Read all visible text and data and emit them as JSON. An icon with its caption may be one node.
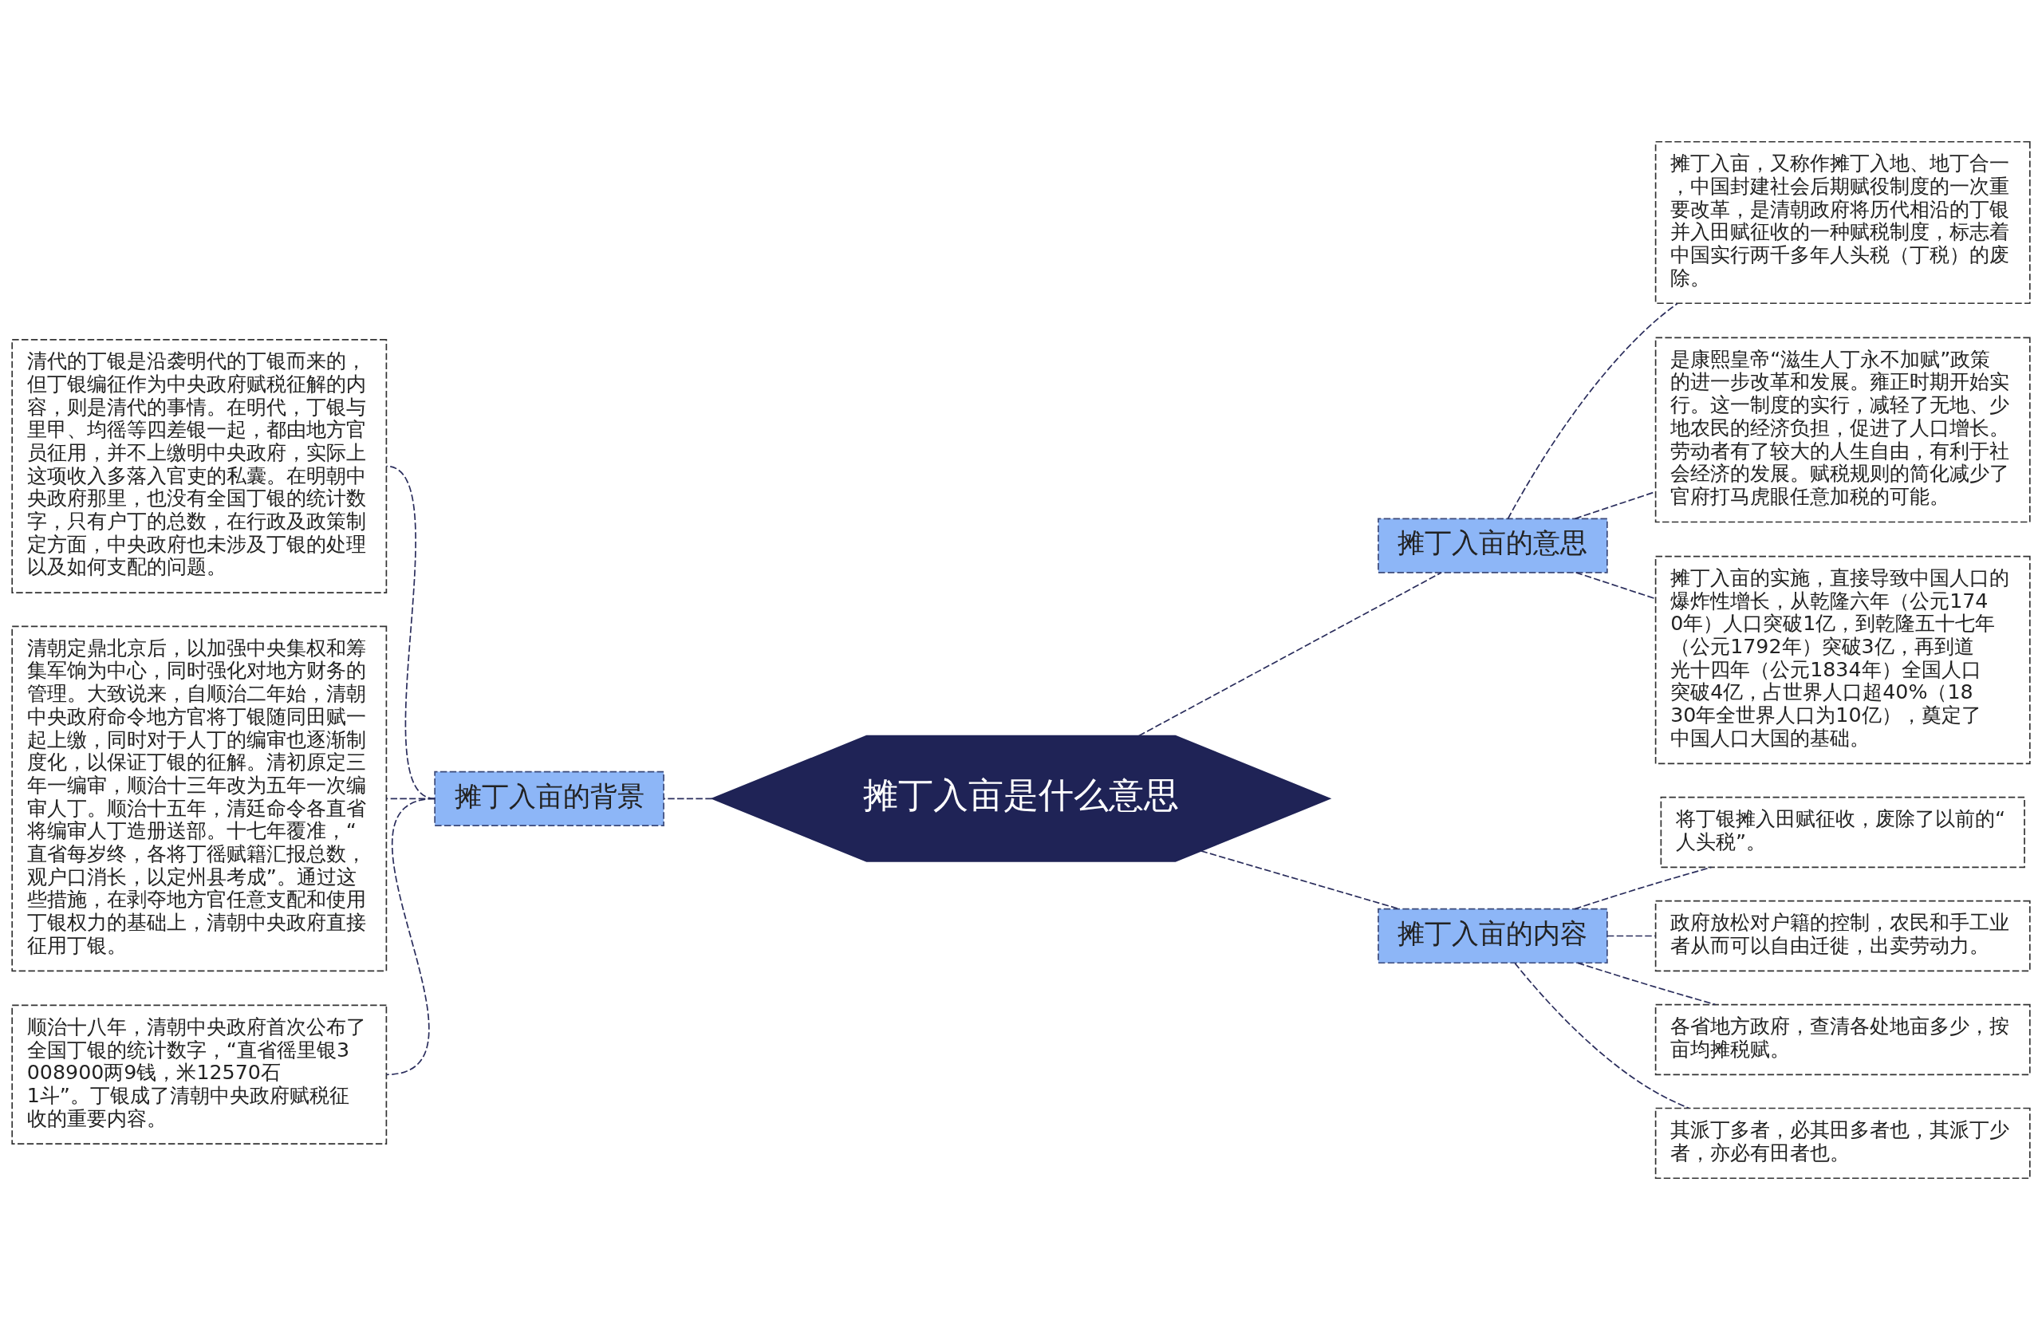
{
  "diagram": {
    "nodes": [
      {
        "text": [
          "摊丁入亩是什么意思"
        ]
      },
      {
        "text": [
          "摊丁入亩的背景"
        ]
      },
      {
        "text": [
          "清代的丁银是沿袭明代的丁银而来的，但丁银编征作为中央政府赋税征解的内容，则是清代的事情。在明代，丁银与里甲、均徭等四差银一起，都由地方官员征用，并不上缴明中央政府，实际上这项收入多落入官吏的私囊。在明朝中央政府那里，也没有全国丁银的统计数字，只有户丁的总数，在行政及政策制定方面，中央政府也未涉及丁银的处理以及如何支配的问题。"
        ]
      },
      {
        "text": [
          "清朝定鼎北京后，以加强中央集权和筹集军饷为中心，同时强化对地方财务的管理。大致说来，自顺治二年始，清朝中央政府命令地方官将丁银随同田赋一起上缴，同时对于人丁的编审也逐渐制度化，以保证丁银的征解。清初原定三年一编审，顺治十三年改为五年一次编审人丁。顺治十五年，清廷命令各直省将编审人丁造册送部。十七年覆准，“直省每岁终，各将丁徭赋籍汇报总数，观户口消长，以定州县考成”。通过这些措施，在剥夺地方官任意支配和使用丁银权力的基础上，清朝中央政府直接征用丁银。"
        ]
      },
      {
        "text": [
          "顺治十八年，清朝中央政府首次公布了全国丁银的统计数字，“直省徭里银3008900两9钱，米12570石1斗”。丁银成了清朝中央政府赋税征收的重要内容。"
        ]
      },
      {
        "text": [
          "摊丁入亩的意思"
        ]
      },
      {
        "text": [
          "摊丁入亩，又称作摊丁入地、地丁合一，中国封建社会后期赋役制度的一次重要改革，是清朝政府将历代相沿的丁银并入田赋征收的一种赋税制度，标志着中国实行两千多年人头税（丁税）的废除。"
        ]
      },
      {
        "text": [
          "是康熙皇帝“滋生人丁永不加赋”政策的进一步改革和发展。雍正时期开始实行。这一制度的实行，减轻了无地、少地农民的经济负担，促进了人口增长。劳动者有了较大的人生自由，有利于社会经济的发展。赋税规则的简化减少了官府打马虎眼任意加税的可能。"
        ]
      },
      {
        "text": [
          "摊丁入亩的实施，直接导致中国人口的爆炸性增长，从乾隆六年（公元1740年）人口突破1亿，到乾隆五十七年（公元1792年）突破3亿，再到道光十四年（公元1834年）全国人口突破4亿，占世界人口超40%（1830年全世界人口为10亿），奠定了中国人口大国的基础。"
        ]
      },
      {
        "text": [
          "摊丁入亩的内容"
        ]
      },
      {
        "text": [
          "将丁银摊入田赋征收，废除了以前的“人头税”。"
        ]
      },
      {
        "text": [
          "政府放松对户籍的控制，农民和手工业者从而可以自由迁徙，出卖劳动力。"
        ]
      },
      {
        "text": [
          "各省地方政府，查清各处地亩多少，按亩均摊税赋。"
        ]
      },
      {
        "text": [
          "其派丁多者，必其田多者也，其派丁少者，亦必有田者也。"
        ]
      }
    ],
    "edges": [
      {
        "from": 0,
        "to": 1,
        "arrow": "none",
        "style": "dashed"
      },
      {
        "from": 1,
        "to": 2,
        "arrow": "none",
        "style": "dashed"
      },
      {
        "from": 1,
        "to": 3,
        "arrow": "none",
        "style": "dashed"
      },
      {
        "from": 1,
        "to": 4,
        "arrow": "none",
        "style": "dashed"
      },
      {
        "from": 0,
        "to": 5,
        "arrow": "none",
        "style": "dashed"
      },
      {
        "from": 5,
        "to": 6,
        "arrow": "none",
        "style": "dashed"
      },
      {
        "from": 5,
        "to": 7,
        "arrow": "none",
        "style": "dashed"
      },
      {
        "from": 5,
        "to": 8,
        "arrow": "none",
        "style": "dashed"
      },
      {
        "from": 0,
        "to": 9,
        "arrow": "none",
        "style": "dashed"
      },
      {
        "from": 9,
        "to": 10,
        "arrow": "none",
        "style": "dashed"
      },
      {
        "from": 9,
        "to": 11,
        "arrow": "none",
        "style": "dashed"
      },
      {
        "from": 9,
        "to": 12,
        "arrow": "none",
        "style": "dashed"
      },
      {
        "from": 9,
        "to": 13,
        "arrow": "none",
        "style": "dashed"
      }
    ]
  }
}
